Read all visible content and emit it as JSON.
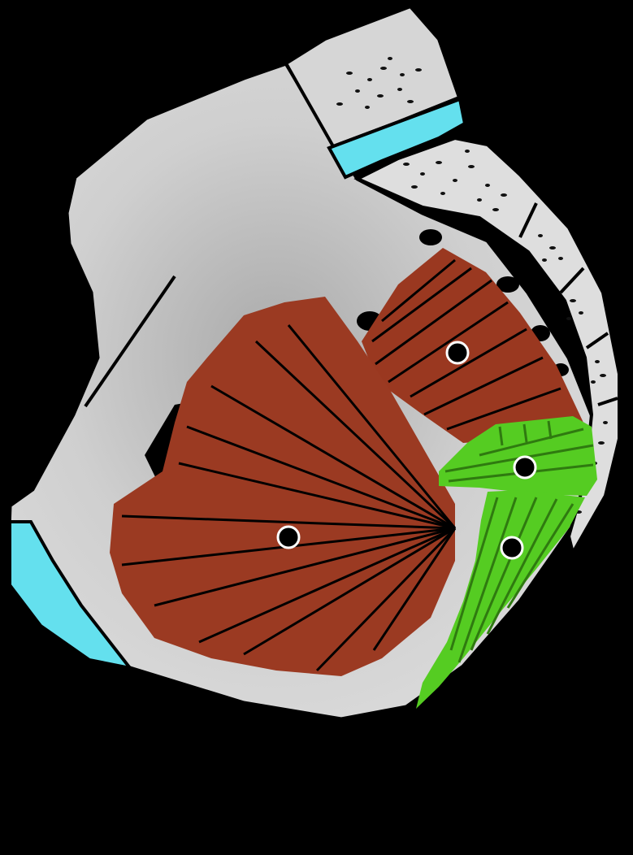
{
  "colors": {
    "background": "#000000",
    "bone": "#d3d3d3",
    "bone_shade": "#a8a8a8",
    "cartilage": "#64e0ee",
    "muscle_large": "#9b3a22",
    "muscle_upper": "#9a3820",
    "muscle_green": "#55cc22",
    "muscle_green_light": "#6edb3a",
    "outline": "#000000",
    "marker_fill": "#000000",
    "marker_ring": "#ffffff"
  },
  "structures": [
    {
      "name": "pelvic-bone",
      "color_key": "bone"
    },
    {
      "name": "pubic-cartilage",
      "color_key": "cartilage"
    },
    {
      "name": "sacral-cartilage",
      "color_key": "cartilage"
    },
    {
      "name": "sacrum-coccyx",
      "color_key": "bone"
    },
    {
      "name": "large-fan-muscle",
      "color_key": "muscle_large"
    },
    {
      "name": "upper-fan-muscle",
      "color_key": "muscle_upper"
    },
    {
      "name": "green-upper-muscle",
      "color_key": "muscle_green"
    },
    {
      "name": "green-lower-muscle",
      "color_key": "muscle_green"
    }
  ],
  "markers": [
    {
      "name": "marker-large-muscle"
    },
    {
      "name": "marker-upper-muscle"
    },
    {
      "name": "marker-green-upper"
    },
    {
      "name": "marker-green-lower"
    }
  ]
}
